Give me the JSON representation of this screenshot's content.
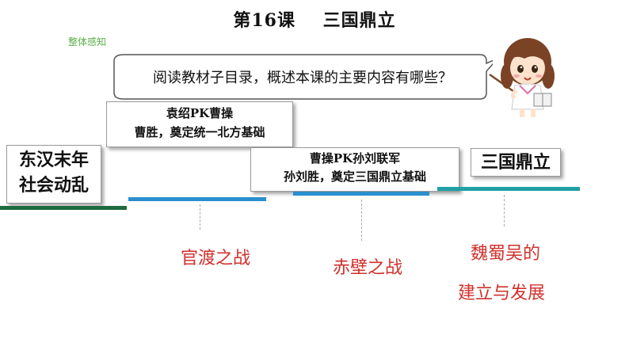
{
  "header": {
    "title": "第16课    三国鼎立",
    "section_tag": "整体感知"
  },
  "prompt": {
    "question": "阅读教材子目录，概述本课的主要内容有哪些？"
  },
  "timeline": {
    "start": {
      "line1": "东汉末年",
      "line2": "社会动乱"
    },
    "event1": {
      "line1": "袁绍PK曹操",
      "line2": "曹胜，奠定统一北方基础",
      "battle": "官渡之战"
    },
    "event2": {
      "line1": "曹操PK孙刘联军",
      "line2": "孙刘胜，奠定三国鼎立基础",
      "battle": "赤壁之战"
    },
    "end": {
      "label": "三国鼎立",
      "note_line1": "魏蜀吴的",
      "note_line2": "建立与发展"
    }
  },
  "colors": {
    "green_bar": "#1d6b3e",
    "blue_bar": "#2a8fcf",
    "teal_bar": "#20a0a5",
    "accent_red": "#d0312d",
    "section_green": "#5bb04a"
  }
}
